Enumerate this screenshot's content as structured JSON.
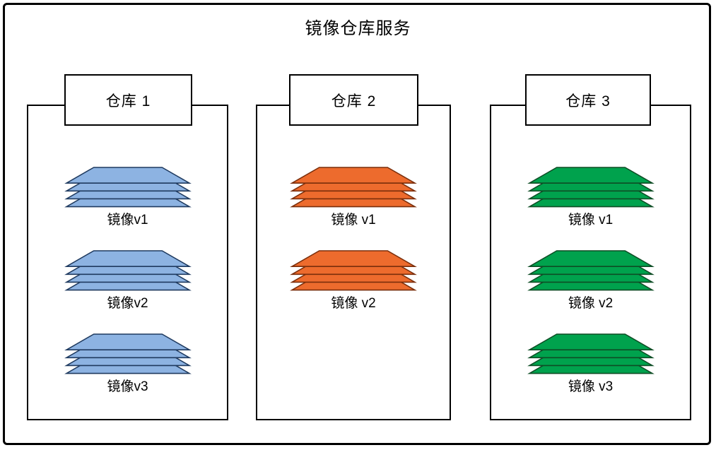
{
  "title": "镜像仓库服务",
  "repos": [
    {
      "name": "仓库 1",
      "fill": "#8DB3E2",
      "stroke": "#1F3A5F",
      "layers_per_stack": 4,
      "images": [
        "镜像v1",
        "镜像v2",
        "镜像v3"
      ]
    },
    {
      "name": "仓库 2",
      "fill": "#ED6B2D",
      "stroke": "#7A2E0B",
      "layers_per_stack": 4,
      "images": [
        "镜像 v1",
        "镜像 v2"
      ]
    },
    {
      "name": "仓库 3",
      "fill": "#00A24D",
      "stroke": "#0E4D25",
      "layers_per_stack": 4,
      "images": [
        "镜像 v1",
        "镜像 v2",
        "镜像 v3"
      ]
    }
  ]
}
